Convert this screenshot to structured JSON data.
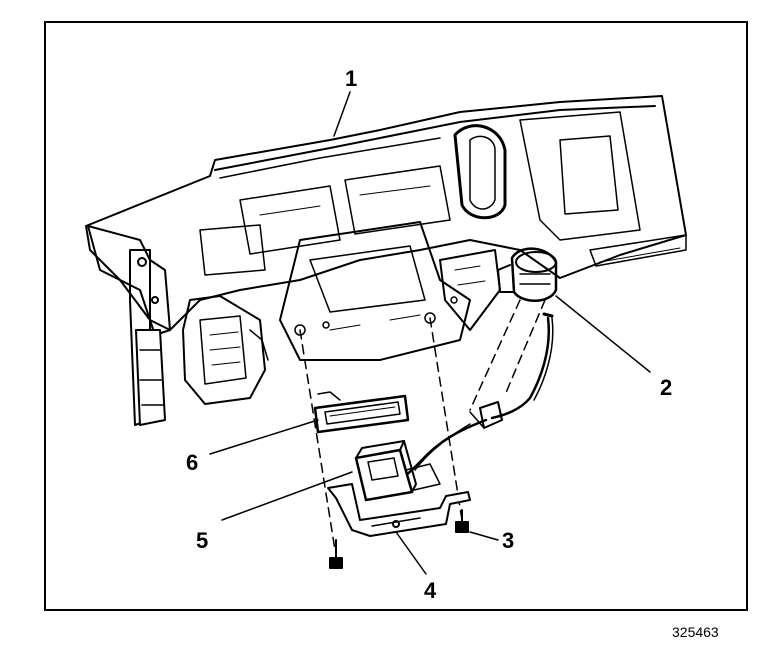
{
  "figure": {
    "id": "325463",
    "callouts": [
      "1",
      "2",
      "3",
      "4",
      "5",
      "6"
    ]
  },
  "colors": {
    "ink": "#000000",
    "paper": "#ffffff",
    "shade": "#d9d9d9"
  }
}
